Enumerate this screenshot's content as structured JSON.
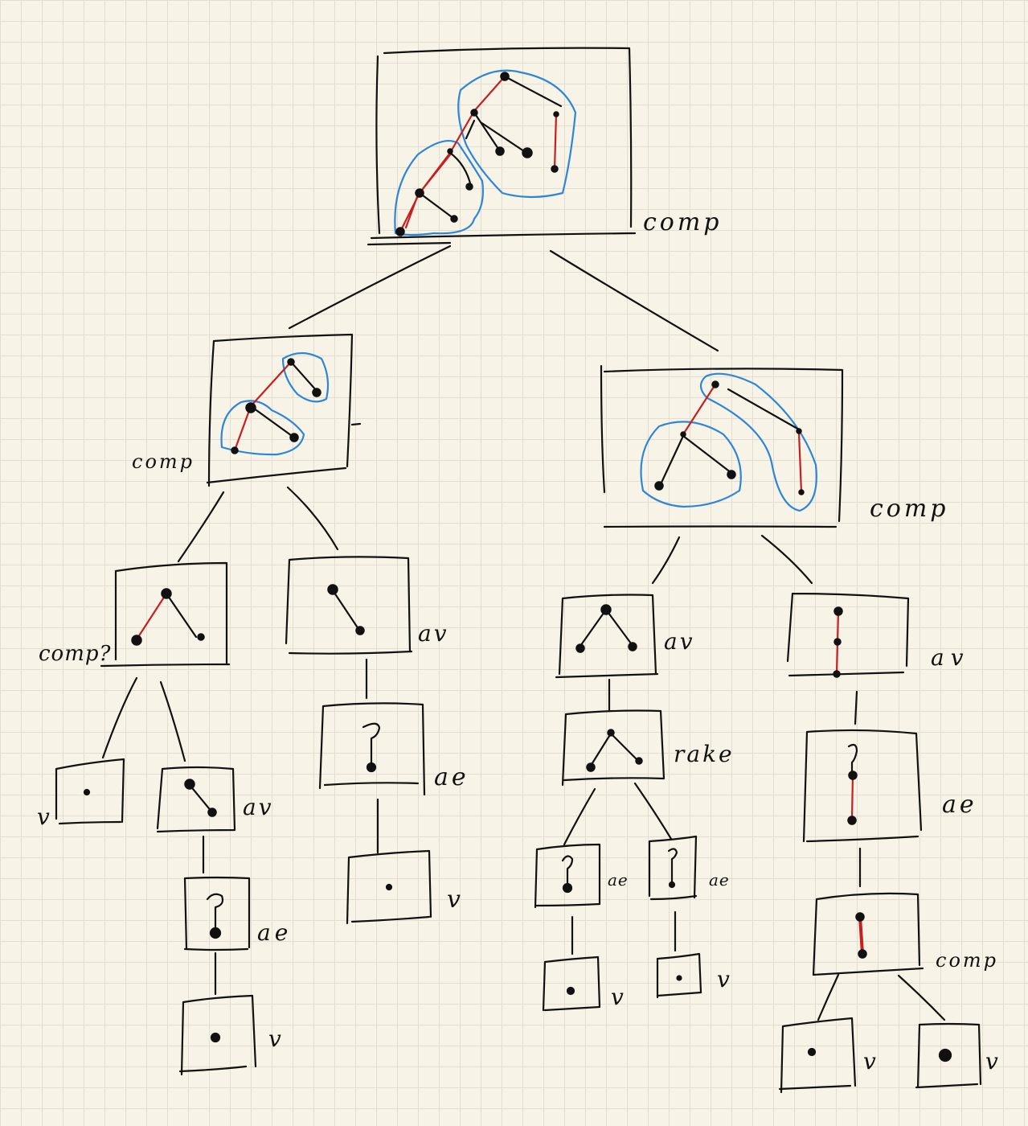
{
  "colors": {
    "ink": "#111111",
    "path": "#c81e1e",
    "cluster": "#2e86d4",
    "paper": "#f7f3e6",
    "grid": "#e2ddd0"
  },
  "labels": {
    "root": "comp",
    "l1_left": "comp",
    "l1_right": "comp",
    "l2_a": "comp?",
    "l2_b": "av",
    "l2_c": "av",
    "l2_d": "av",
    "l3_a": "v",
    "l3_b": "av",
    "l3_c": "ae",
    "l3_d": "rake",
    "l3_e": "ae",
    "l4_a": "ae",
    "l4_b": "v",
    "l4_c": "ae",
    "l4_d": "ae",
    "l4_e": "comp",
    "l5_a": "v",
    "l5_b": "v",
    "l5_c": "v",
    "l6_a": "v",
    "l6_b": "v"
  }
}
